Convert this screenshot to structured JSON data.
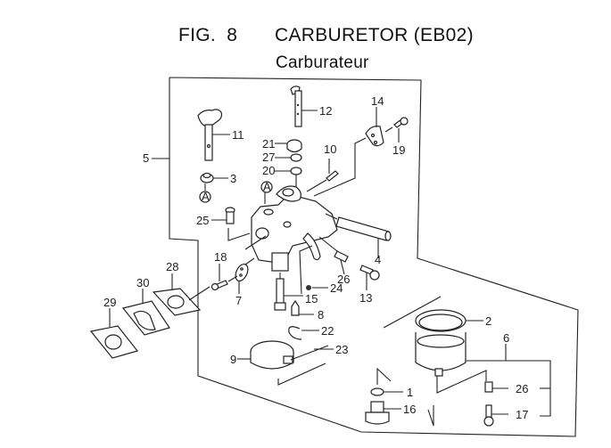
{
  "title": {
    "figure": "FIG.  8",
    "name": "CARBURETOR (EB02)",
    "subtitle": "Carburateur"
  },
  "callouts": [
    {
      "id": "1",
      "text": "1"
    },
    {
      "id": "2",
      "text": "2"
    },
    {
      "id": "3",
      "text": "3"
    },
    {
      "id": "4",
      "text": "4"
    },
    {
      "id": "5",
      "text": "5"
    },
    {
      "id": "6",
      "text": "6"
    },
    {
      "id": "7",
      "text": "7"
    },
    {
      "id": "8",
      "text": "8"
    },
    {
      "id": "9",
      "text": "9"
    },
    {
      "id": "10",
      "text": "10"
    },
    {
      "id": "11",
      "text": "11"
    },
    {
      "id": "12",
      "text": "12"
    },
    {
      "id": "13",
      "text": "13"
    },
    {
      "id": "14",
      "text": "14"
    },
    {
      "id": "15",
      "text": "15"
    },
    {
      "id": "16",
      "text": "16"
    },
    {
      "id": "17",
      "text": "17"
    },
    {
      "id": "18",
      "text": "18"
    },
    {
      "id": "19",
      "text": "19"
    },
    {
      "id": "20",
      "text": "20"
    },
    {
      "id": "21",
      "text": "21"
    },
    {
      "id": "22",
      "text": "22"
    },
    {
      "id": "23",
      "text": "23"
    },
    {
      "id": "24",
      "text": "24"
    },
    {
      "id": "25",
      "text": "25"
    },
    {
      "id": "26a",
      "text": "26"
    },
    {
      "id": "26b",
      "text": "26"
    },
    {
      "id": "27",
      "text": "27"
    },
    {
      "id": "28",
      "text": "28"
    },
    {
      "id": "29",
      "text": "29"
    },
    {
      "id": "30",
      "text": "30"
    }
  ],
  "reference_markers": [
    {
      "text": "A"
    },
    {
      "text": "A"
    }
  ]
}
